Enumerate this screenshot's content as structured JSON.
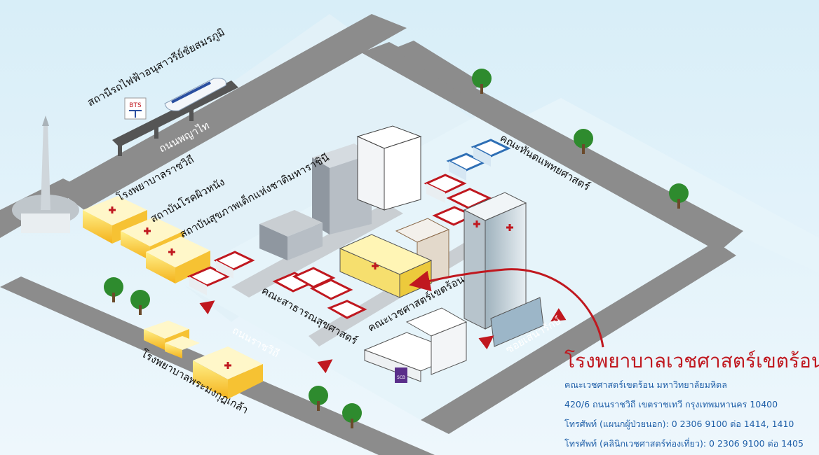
{
  "labels": {
    "bts_station": "สถานีรถไฟฟ้าอนุสาวรีย์ชัยสมรภูมิ",
    "bts_logo": "BTS",
    "road_phayathai": "ถนนพญาไท",
    "road_ratchawithi": "ถนนราชวิถี",
    "soi_senarak": "ซอยเสนารักษ์",
    "ratchawithi_hospital": "โรงพยาบาลราชวิถี",
    "skin_institute": "สถาบันโรคผิวหนัง",
    "child_institute": "สถาบันสุขภาพเด็กแห่งชาติมหาราชินี",
    "public_health_faculty": "คณะสาธารณสุขศาสตร์",
    "tropical_med_faculty": "คณะเวชศาสตร์เขตร้อน",
    "dentistry_faculty": "คณะทันตแพทยศาสตร์",
    "pramongkut_hospital": "โรงพยาบาลพระมงกุฎเกล้า",
    "bank_logo": "SCB"
  },
  "info": {
    "title": "โรงพยาบาลเวชศาสตร์เขตร้อน",
    "line1": "คณะเวชศาสตร์เขตร้อน มหาวิทยาลัยมหิดล",
    "line2": "420/6 ถนนราชวิถี เขตราชเทวี กรุงเทพมหานคร 10400",
    "line3": "โทรศัพท์ (แผนกผู้ป่วยนอก): 0 2306 9100 ต่อ 1414, 1410",
    "line4": "โทรศัพท์ (คลินิกเวชศาสตร์ท่องเที่ยว): 0 2306 9100 ต่อ 1405"
  },
  "colors": {
    "road": "#8c8c8c",
    "block": "#e6f3fb",
    "hospital_accent": "#c0181f",
    "info_text": "#1f5fa8",
    "tree": "#2e8b2e"
  }
}
